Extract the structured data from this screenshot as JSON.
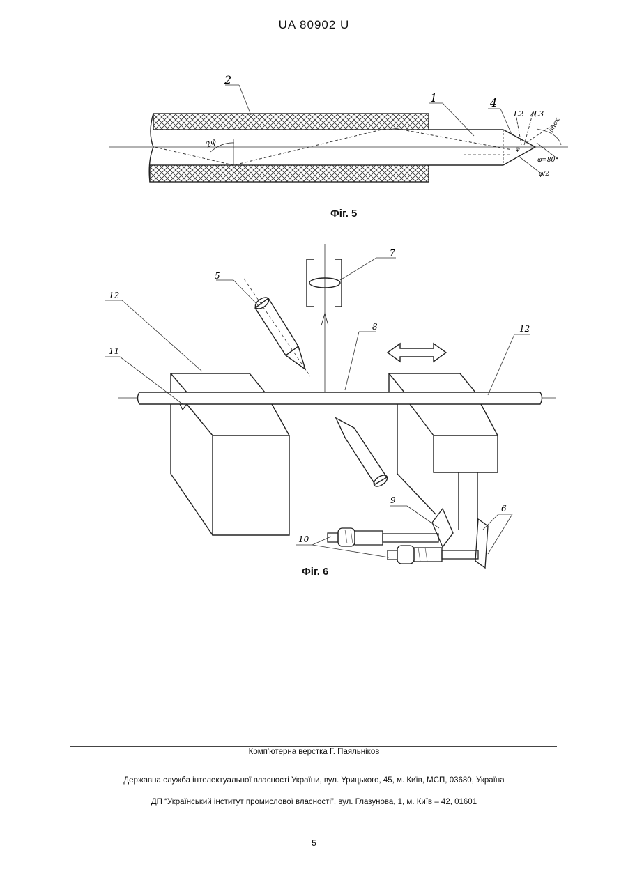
{
  "header": {
    "doc_id": "UA   80902   U"
  },
  "figure5": {
    "caption": "Фіг. 5",
    "labels": {
      "l1": "1",
      "l2": "2",
      "l4": "4",
      "angle": "2φ",
      "beam12": "L2",
      "beam13": "L3",
      "beta": "βпок",
      "phi": "φ",
      "phi80": "φ=80°",
      "phi2": "φ/2"
    }
  },
  "figure6": {
    "caption": "Фіг. 6",
    "labels": {
      "l5": "5",
      "l6": "6",
      "l7": "7",
      "l8": "8",
      "l9": "9",
      "l10": "10",
      "l11": "11",
      "l12a": "12",
      "l12b": "12"
    }
  },
  "footer": {
    "credit": "Комп'ютерна верстка Г. Паяльніков",
    "agency": "Державна служба інтелектуальної власності України, вул. Урицького, 45, м. Київ, МСП, 03680, Україна",
    "institute": "ДП “Український інститут промислової власності”, вул. Глазунова, 1, м. Київ – 42, 01601"
  },
  "page_number": "5"
}
